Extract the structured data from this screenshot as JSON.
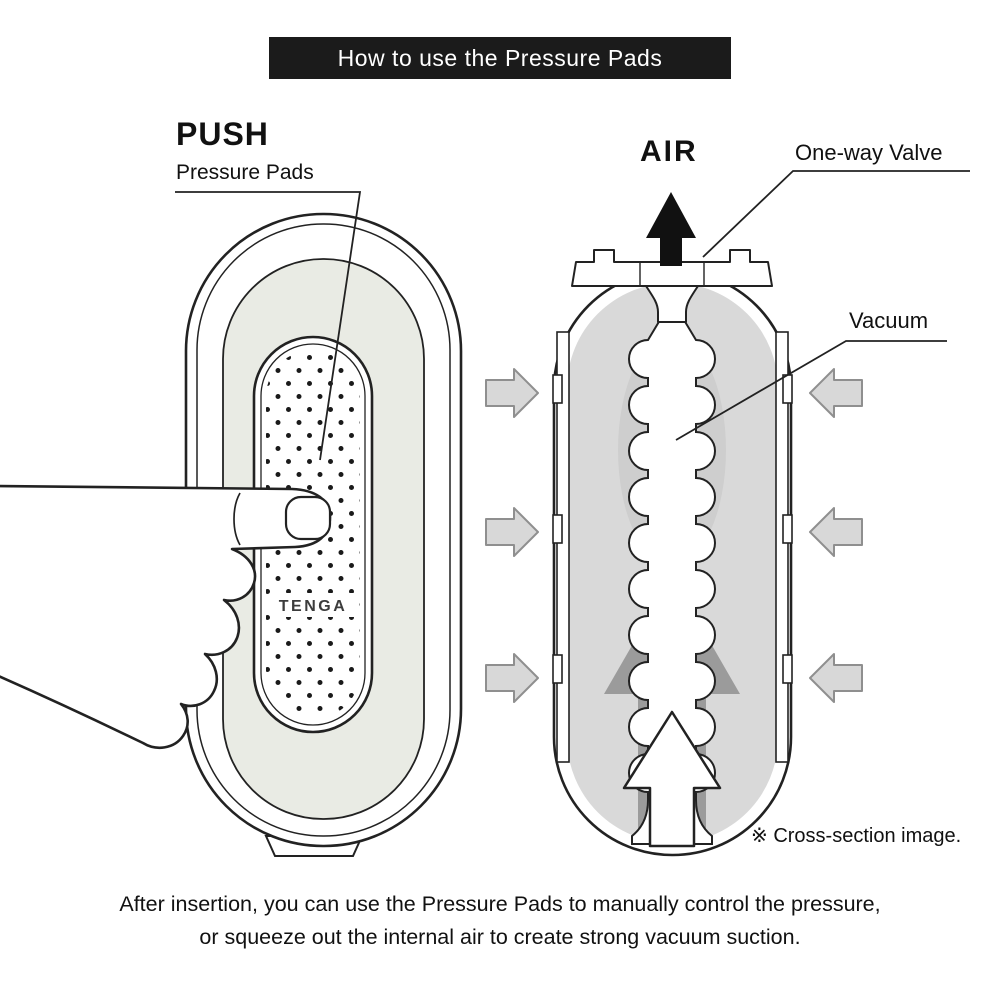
{
  "header": {
    "title": "How to use the Pressure Pads"
  },
  "left_figure": {
    "push_label": "PUSH",
    "pads_label": "Pressure Pads",
    "brand": "TENGA"
  },
  "right_figure": {
    "air_label": "AIR",
    "valve_label": "One-way Valve",
    "vacuum_label": "Vacuum",
    "note": "※ Cross-section image."
  },
  "footer": {
    "line1": "After insertion, you can use the Pressure Pads to manually control the pressure,",
    "line2": "or squeeze out the internal air to create strong vacuum suction."
  },
  "colors": {
    "banner_bg": "#1b1b1b",
    "banner_text": "#ffffff",
    "outline": "#222222",
    "device_panel_gray": "#e9ebe4",
    "interior_gray": "#d9d9d9",
    "vacuum_blob_gray": "#cecece",
    "exhaust_arrow_dark_gray": "#9b9b9b",
    "side_arrow_fill": "#d8d8d8",
    "side_arrow_stroke": "#8f8f8f",
    "air_arrow_black": "#111111",
    "dot_color": "#1a1a1a"
  }
}
